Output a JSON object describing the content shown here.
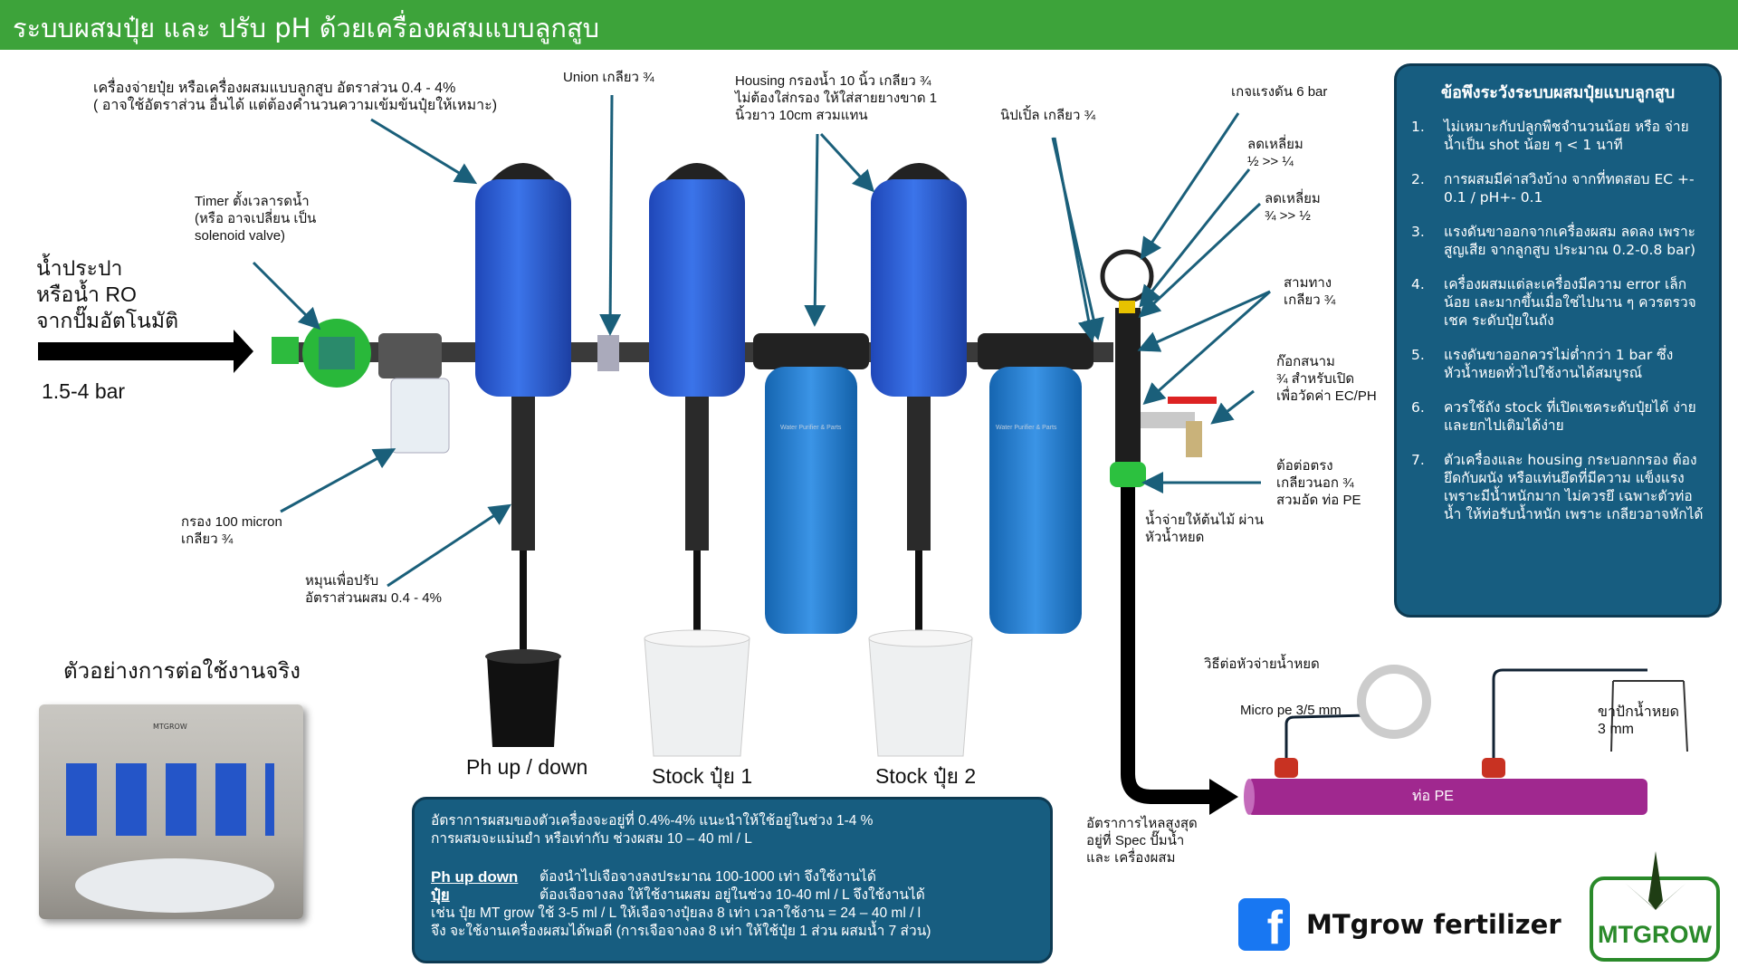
{
  "title": "ระบบผสมปุ๋ย และ ปรับ pH ด้วยเครื่องผสมแบบลูกสูบ",
  "inlet": {
    "source": "น้ำประปา\nหรือน้ำ RO\nจากปั๊มอัตโนมัติ",
    "pressure": "1.5-4 bar"
  },
  "labels": {
    "doser": "เครื่องจ่ายปุ๋ย หรือเครื่องผสมแบบลูกสูบ อัตราส่วน 0.4 - 4%\n( อาจใช้อัตราส่วน อื่นได้ แต่ต้องคำนวนความเข้มข้นปุ๋ยให้เหมาะ)",
    "timer": "Timer ตั้งเวลารดน้ำ\n(หรือ อาจเปลี่ยน เป็น\nsolenoid valve)",
    "union": "Union เกลียว ¾",
    "housing": "Housing กรองน้ำ 10 นิ้ว เกลียว ¾\nไม่ต้องใส่กรอง ให้ใส่สายยางขาด 1\nนิ้วยาว 10cm สวมแทน",
    "nipple": "นิปเปิ้ล เกลียว ¾",
    "gauge": "เกจแรงดัน 6 bar",
    "reducer1": "ลดเหลี่ยม\n½ >> ¼",
    "reducer2": "ลดเหลี่ยม\n¾ >> ½",
    "tee": "สามทาง\nเกลียว ¾",
    "tap": "ก๊อกสนาม\n¾ สำหรับเปิด\nเพื่อวัดค่า EC/PH",
    "connector": "ต้อต่อตรง\nเกลียวนอก ¾\nสวมอัด ท่อ PE",
    "outlet": "น้ำจ่ายให้ต้นไม้ ผ่าน\nหัวน้ำหยด",
    "filter": "กรอง 100 micron\nเกลียว ¾",
    "adjust": "หมุนเพื่อปรับ\nอัตราส่วนผสม 0.4 - 4%",
    "flow": "อัตราการไหลสูงสุด\nอยู่ที่ Spec ปั๊มน้ำ\nและ เครื่องผสม"
  },
  "buckets": [
    "Ph up / down",
    "Stock ปุ๋ย 1",
    "Stock ปุ๋ย 2"
  ],
  "housing_brand": "Water Purifier & Parts",
  "example": {
    "heading": "ตัวอย่างการต่อใช้งานจริง",
    "logo_text": "MTGROW"
  },
  "drip": {
    "heading": "วิธีต่อหัวจ่ายน้ำหยด",
    "micro": "Micro pe 3/5 mm",
    "stake": "ขาปักน้ำหยด\n 3 mm",
    "pipe": "ท่อ PE"
  },
  "tips": {
    "heading": "ข้อพึงระวังระบบผสมปุ๋ยแบบลูกสูบ",
    "items": [
      {
        "n": "1.",
        "t": "ไม่เหมาะกับปลูกพืชจำนวนน้อย หรือ จ่ายน้ำเป็น shot น้อย ๆ < 1 นาที"
      },
      {
        "n": "2.",
        "t": "การผสมมีค่าสวิงบ้าง จากที่ทดสอบ EC +- 0.1  / pH+- 0.1"
      },
      {
        "n": "3.",
        "t": "แรงดันขาออกจากเครื่องผสม ลดลง เพราะสูญเสีย จากลูกสูบ ประมาณ 0.2-0.8 bar)"
      },
      {
        "n": "4.",
        "t": "เครื่องผสมแต่ละเครื่องมีความ error เล็กน้อย เละมากขึ้นเมื่อใช่ไปนาน ๆ ควรตรวจเชค ระดับปุ๋ยในถัง"
      },
      {
        "n": "5.",
        "t": "แรงดันขาออกควรไม่ต่ำกว่า 1 bar ซึ่ง หัวน้ำหยดทั่วไปใช้งานได้สมบูรณ์"
      },
      {
        "n": "6.",
        "t": "ควรใช้ถัง stock ที่เปิดเชคระดับปุ๋ยได้ ง่าย และยกไปเติมได้ง่าย"
      },
      {
        "n": "7.",
        "t": "ตัวเครื่องและ housing กระบอกกรอง ต้องยึดกับผนัง หรือแท่นยึดที่มีความ แข็งแรง เพราะมีน้ำหนักมาก ไม่ควรยึ เฉพาะตัวท่อน้ำ ให้ท่อรับน้ำหนัก เพราะ เกลียวอาจหักได้"
      }
    ]
  },
  "info": {
    "line1": "อัตราการผสมของตัวเครื่องจะอยู่ที่ 0.4%-4% แนะนำให้ใช้อยู่ในช่วง 1-4 %",
    "line2": " การผสมจะแม่นยำ หรือเท่ากับ ช่วงผสม  10 – 40 ml / L",
    "ph_key": "Ph up down",
    "ph_val": "ต้องนำไปเจือจางลงประมาณ 100-1000 เท่า จึงใช้งานได้",
    "fert_key": "ปุ๋ย",
    "fert_val": "ต้องเจือจางลง ให้ใช้งานผสม อยู่ในช่วง 10-40 ml / L  จึงใช้งานได้",
    "line5": "เช่น ปุ๋ย MT grow ใช้ 3-5 ml / L ให้เจือจางปุ๋ยลง 8 เท่า เวลาใช้งาน = 24 – 40 ml / l",
    "line6": "จึง จะใช้งานเครื่องผสมได้พอดี (การเจือจางลง 8 เท่า ให้ใช้ปุ๋ย 1 ส่วน ผสมน้ำ 7 ส่วน)"
  },
  "brand": {
    "facebook_icon": "f",
    "name": "MTgrow fertilizer",
    "logo_text": "MTGROW"
  },
  "colors": {
    "title_bg": "#3da33a",
    "panel": "#175d80",
    "arrow": "#1a5f7a",
    "doser": "#2f63d6",
    "pipe": "#a0288f"
  }
}
